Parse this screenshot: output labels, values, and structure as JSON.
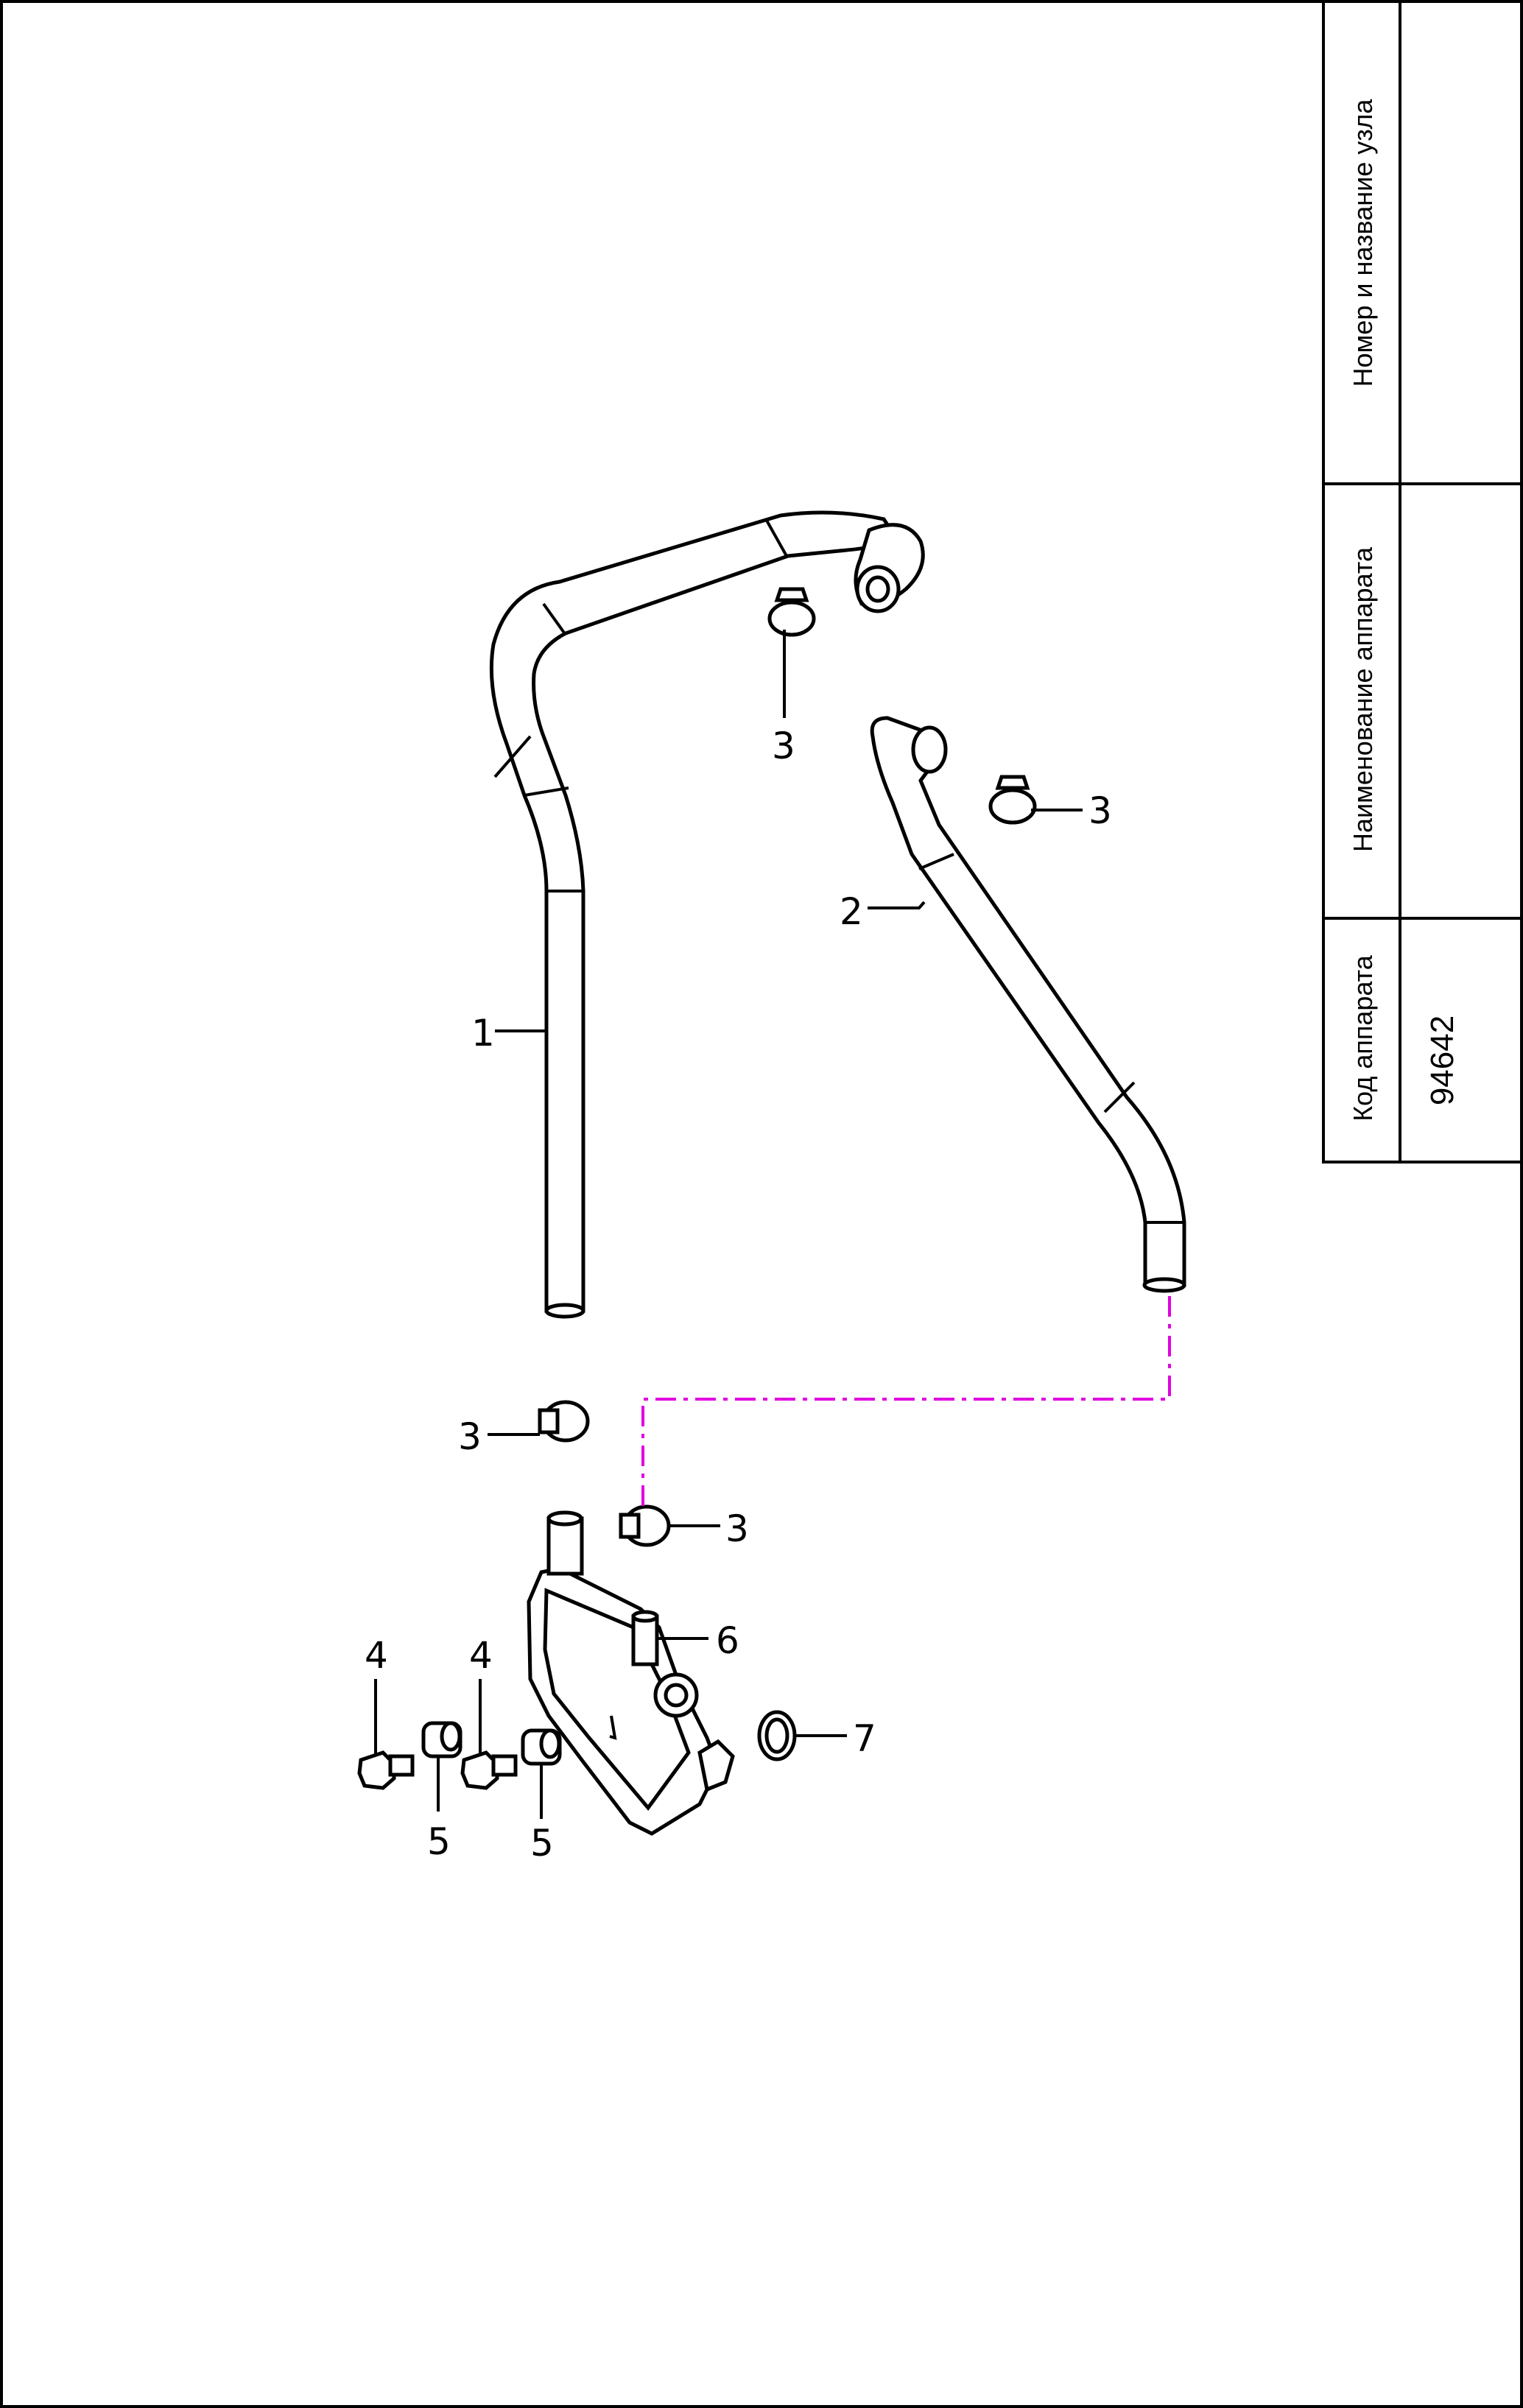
{
  "title_block": {
    "node_label": "Номер и название узла",
    "node_value": "",
    "device_name_label": "Наименование аппарата",
    "device_name_value": "",
    "device_code_label": "Код аппарата",
    "device_code_value": "94642"
  },
  "callouts": {
    "hose_1": "1",
    "hose_2": "2",
    "clamp_upper": "3",
    "clamp_right": "3",
    "clamp_left": "3",
    "clamp_lower": "3",
    "bolt_left": "4",
    "bolt_right": "4",
    "bushing_left": "5",
    "bushing_right": "5",
    "oil_cooler": "6",
    "o_ring": "7"
  },
  "colors": {
    "line": "#000000",
    "connection_dashed": "#e000e0",
    "background": "#ffffff"
  }
}
